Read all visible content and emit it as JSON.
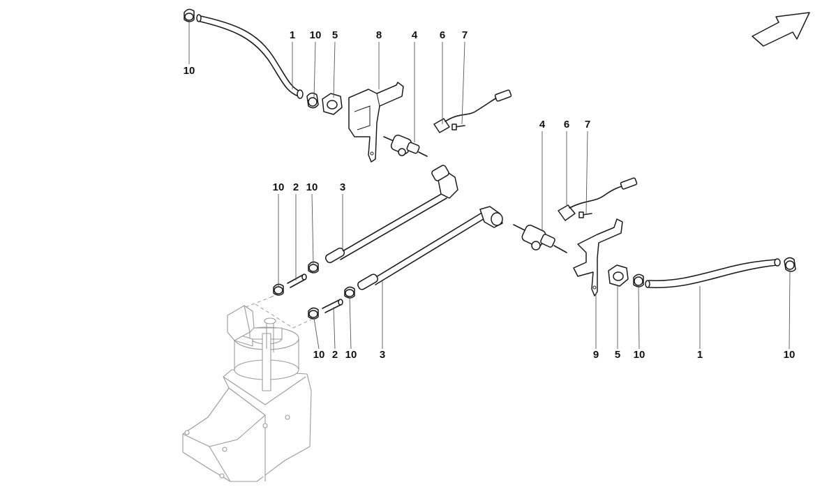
{
  "diagram": {
    "callouts": {
      "c1": "10",
      "c2": "1",
      "c3": "10",
      "c4": "5",
      "c5": "8",
      "c6": "4",
      "c7": "6",
      "c8": "7",
      "c9": "10",
      "c10": "2",
      "c11": "10",
      "c12": "3",
      "c13": "4",
      "c14": "6",
      "c15": "7",
      "c16": "10",
      "c17": "2",
      "c18": "10",
      "c19": "3",
      "c20": "9",
      "c21": "5",
      "c22": "10",
      "c23": "1",
      "c24": "10"
    },
    "direction_arrow_icon": "arrow-up-right-icon"
  }
}
